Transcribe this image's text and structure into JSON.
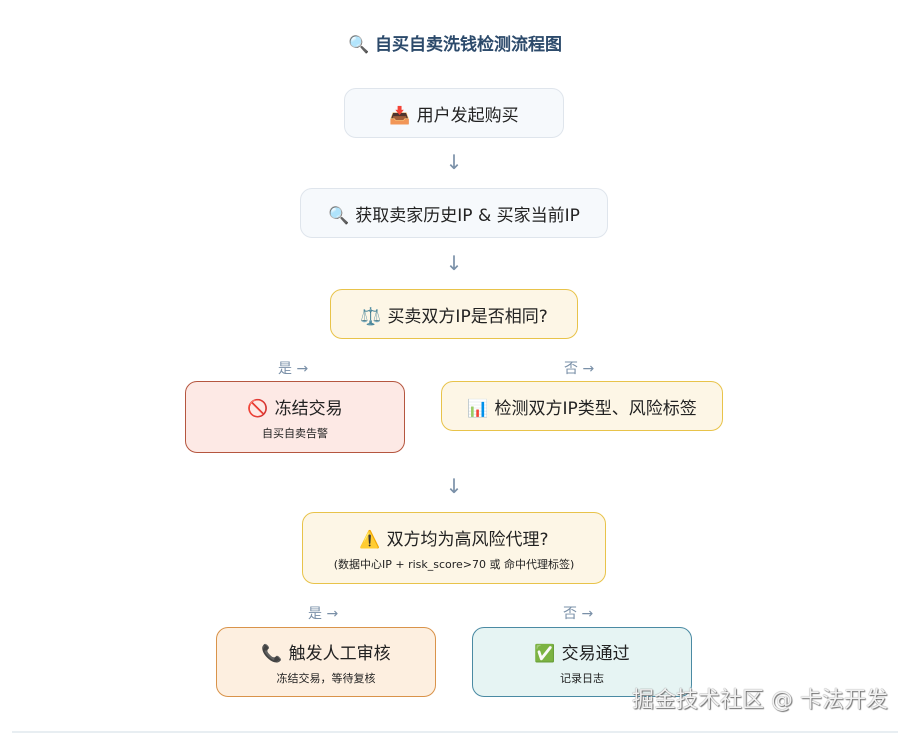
{
  "title": {
    "icon": "magnifier-icon",
    "icon_glyph": "🔍",
    "text": "自买自卖洗钱检测流程图"
  },
  "nodes": {
    "start": {
      "icon_glyph": "📥",
      "label": "用户发起购买"
    },
    "fetch_ip": {
      "icon_glyph": "🔍",
      "label": "获取卖家历史IP & 买家当前IP"
    },
    "same_ip": {
      "icon_glyph": "⚖️",
      "label": "买卖双方IP是否相同?"
    },
    "freeze": {
      "icon_glyph": "🚫",
      "label": "冻结交易",
      "sub": "自买自卖告警"
    },
    "detect_type": {
      "icon_glyph": "📊",
      "label": "检测双方IP类型、风险标签"
    },
    "high_risk": {
      "icon_glyph": "⚠️",
      "label": "双方均为高风险代理?",
      "sub": "(数据中心IP + risk_score>70 或 命中代理标签)"
    },
    "manual_review": {
      "icon_glyph": "📞",
      "label": "触发人工审核",
      "sub": "冻结交易，等待复核"
    },
    "pass": {
      "icon_glyph": "✅",
      "label": "交易通过",
      "sub": "记录日志"
    }
  },
  "branches": {
    "yes1": "是 →",
    "no1": "否 →",
    "yes2": "是 →",
    "no2": "否 →"
  },
  "arrows": {
    "down": "↓"
  },
  "watermark": "掘金技术社区 @ 卡法开发",
  "colors": {
    "title": "#2c4a6b",
    "decision_border": "#e8c34a",
    "danger_border": "#b5563f",
    "warn_border": "#d9934a",
    "ok_border": "#4a8aa3",
    "arrow": "#7a90a8"
  }
}
